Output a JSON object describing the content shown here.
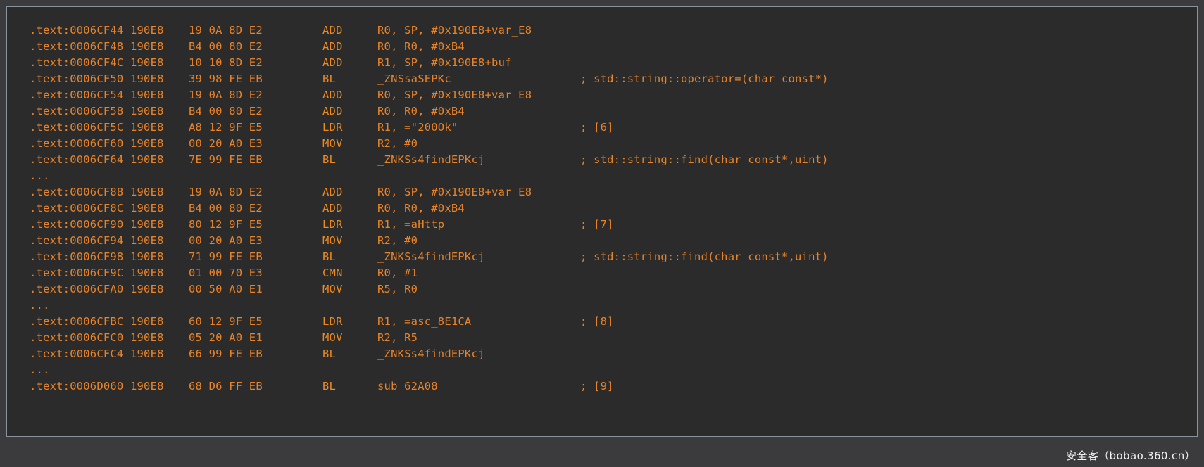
{
  "window": {
    "title": "IDA Pro disassembly listing",
    "background_color": "#2b2b2b",
    "text_color": "#e8832a",
    "border_color": "#8a939c"
  },
  "watermark": {
    "text": "安全客（bobao.360.cn）",
    "color": "#f2f2f2"
  },
  "listing": {
    "lines": [
      {
        "type": "instruction",
        "address": ".text:0006CF44 190E8",
        "bytes": "19 0A 8D E2",
        "mnemonic": "ADD",
        "operands": "R0, SP, #0x190E8+var_E8",
        "comment": ""
      },
      {
        "type": "instruction",
        "address": ".text:0006CF48 190E8",
        "bytes": "B4 00 80 E2",
        "mnemonic": "ADD",
        "operands": "R0, R0, #0xB4",
        "comment": ""
      },
      {
        "type": "instruction",
        "address": ".text:0006CF4C 190E8",
        "bytes": "10 10 8D E2",
        "mnemonic": "ADD",
        "operands": "R1, SP, #0x190E8+buf",
        "comment": ""
      },
      {
        "type": "instruction",
        "address": ".text:0006CF50 190E8",
        "bytes": "39 98 FE EB",
        "mnemonic": "BL",
        "operands": "_ZNSsaSEPKc",
        "comment": "; std::string::operator=(char const*)"
      },
      {
        "type": "instruction",
        "address": ".text:0006CF54 190E8",
        "bytes": "19 0A 8D E2",
        "mnemonic": "ADD",
        "operands": "R0, SP, #0x190E8+var_E8",
        "comment": ""
      },
      {
        "type": "instruction",
        "address": ".text:0006CF58 190E8",
        "bytes": "B4 00 80 E2",
        "mnemonic": "ADD",
        "operands": "R0, R0, #0xB4",
        "comment": ""
      },
      {
        "type": "instruction",
        "address": ".text:0006CF5C 190E8",
        "bytes": "A8 12 9F E5",
        "mnemonic": "LDR",
        "operands": "R1, =\"200Ok\"",
        "comment": "; [6]"
      },
      {
        "type": "instruction",
        "address": ".text:0006CF60 190E8",
        "bytes": "00 20 A0 E3",
        "mnemonic": "MOV",
        "operands": "R2, #0",
        "comment": ""
      },
      {
        "type": "instruction",
        "address": ".text:0006CF64 190E8",
        "bytes": "7E 99 FE EB",
        "mnemonic": "BL",
        "operands": "_ZNKSs4findEPKcj",
        "comment": "; std::string::find(char const*,uint)"
      },
      {
        "type": "ellipsis",
        "text": "..."
      },
      {
        "type": "instruction",
        "address": ".text:0006CF88 190E8",
        "bytes": "19 0A 8D E2",
        "mnemonic": "ADD",
        "operands": "R0, SP, #0x190E8+var_E8",
        "comment": ""
      },
      {
        "type": "instruction",
        "address": ".text:0006CF8C 190E8",
        "bytes": "B4 00 80 E2",
        "mnemonic": "ADD",
        "operands": "R0, R0, #0xB4",
        "comment": ""
      },
      {
        "type": "instruction",
        "address": ".text:0006CF90 190E8",
        "bytes": "80 12 9F E5",
        "mnemonic": "LDR",
        "operands": "R1, =aHttp",
        "comment": "; [7]"
      },
      {
        "type": "instruction",
        "address": ".text:0006CF94 190E8",
        "bytes": "00 20 A0 E3",
        "mnemonic": "MOV",
        "operands": "R2, #0",
        "comment": ""
      },
      {
        "type": "instruction",
        "address": ".text:0006CF98 190E8",
        "bytes": "71 99 FE EB",
        "mnemonic": "BL",
        "operands": "_ZNKSs4findEPKcj",
        "comment": "; std::string::find(char const*,uint)"
      },
      {
        "type": "instruction",
        "address": ".text:0006CF9C 190E8",
        "bytes": "01 00 70 E3",
        "mnemonic": "CMN",
        "operands": "R0, #1",
        "comment": ""
      },
      {
        "type": "instruction",
        "address": ".text:0006CFA0 190E8",
        "bytes": "00 50 A0 E1",
        "mnemonic": "MOV",
        "operands": "R5, R0",
        "comment": ""
      },
      {
        "type": "ellipsis",
        "text": "..."
      },
      {
        "type": "instruction",
        "address": ".text:0006CFBC 190E8",
        "bytes": "60 12 9F E5",
        "mnemonic": "LDR",
        "operands": "R1, =asc_8E1CA",
        "comment": "; [8]"
      },
      {
        "type": "instruction",
        "address": ".text:0006CFC0 190E8",
        "bytes": "05 20 A0 E1",
        "mnemonic": "MOV",
        "operands": "R2, R5",
        "comment": ""
      },
      {
        "type": "instruction",
        "address": ".text:0006CFC4 190E8",
        "bytes": "66 99 FE EB",
        "mnemonic": "BL",
        "operands": "_ZNKSs4findEPKcj",
        "comment": ""
      },
      {
        "type": "ellipsis",
        "text": "..."
      },
      {
        "type": "instruction",
        "address": ".text:0006D060 190E8",
        "bytes": "68 D6 FF EB",
        "mnemonic": "BL",
        "operands": "sub_62A08",
        "comment": "; [9]"
      }
    ]
  }
}
